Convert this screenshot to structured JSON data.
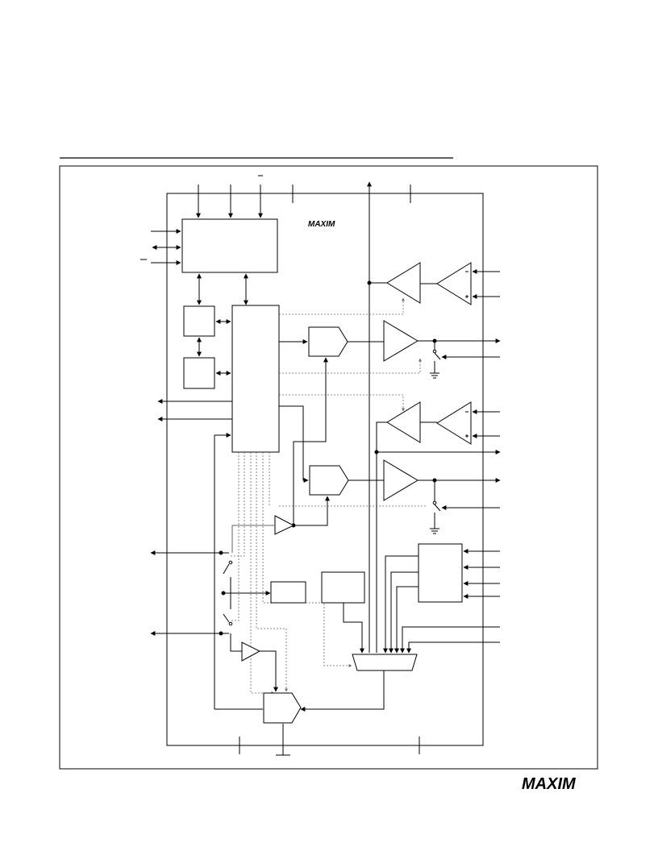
{
  "header": {
    "rule": true
  },
  "diagram": {
    "chip_logo": "MAXIM",
    "stroke_color": "#000000",
    "dotted_color": "#666666",
    "blocks": [
      "serial-interface",
      "register-small-1",
      "register-small-2",
      "control-logic",
      "comparator-1",
      "comparator-2",
      "output-amp-1",
      "output-amp-2",
      "sense-amp-1",
      "sense-amp-2",
      "input-amp-1",
      "input-amp-2",
      "small-block-mid",
      "reference-block",
      "mux-right",
      "analog-mux",
      "adc",
      "buffer-amp-1",
      "buffer-amp-2"
    ]
  },
  "footer": {
    "logo": "MAXIM"
  }
}
